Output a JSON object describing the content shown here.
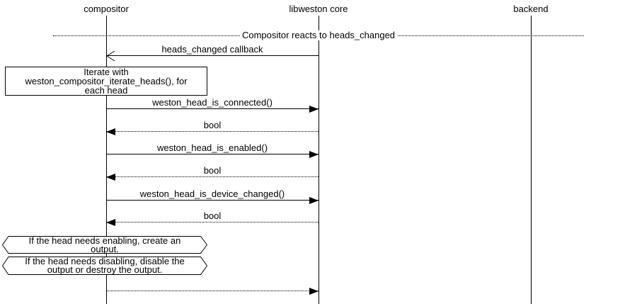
{
  "colors": {
    "foreground": "#000000",
    "background": "#ffffff"
  },
  "actors": [
    {
      "name": "compositor"
    },
    {
      "name": "libweston core"
    },
    {
      "name": "backend"
    }
  ],
  "divider": {
    "label": "Compositor reacts to heads_changed"
  },
  "messages": [
    {
      "label": "heads_changed callback",
      "from": "libweston core",
      "to": "compositor",
      "line": "solid",
      "arrowhead": "open"
    },
    {
      "label": "weston_head_is_connected()",
      "from": "compositor",
      "to": "libweston core",
      "line": "solid",
      "arrowhead": "filled"
    },
    {
      "label": "bool",
      "from": "libweston core",
      "to": "compositor",
      "line": "dotted",
      "arrowhead": "filled"
    },
    {
      "label": "weston_head_is_enabled()",
      "from": "compositor",
      "to": "libweston core",
      "line": "solid",
      "arrowhead": "filled"
    },
    {
      "label": "bool",
      "from": "libweston core",
      "to": "compositor",
      "line": "dotted",
      "arrowhead": "filled"
    },
    {
      "label": "weston_head_is_device_changed()",
      "from": "compositor",
      "to": "libweston core",
      "line": "solid",
      "arrowhead": "filled"
    },
    {
      "label": "bool",
      "from": "libweston core",
      "to": "compositor",
      "line": "dotted",
      "arrowhead": "filled"
    },
    {
      "label": "",
      "from": "compositor",
      "to": "libweston core",
      "line": "dotted",
      "arrowhead": "filled"
    }
  ],
  "notes": {
    "iterate": {
      "lines": [
        "Iterate with",
        "weston_compositor_iterate_heads(), for",
        "each head"
      ]
    },
    "enable": {
      "lines": [
        "If the head needs enabling, create an",
        "output."
      ]
    },
    "disable": {
      "lines": [
        "If the head needs disabling, disable the",
        "output or destroy the output."
      ]
    }
  }
}
